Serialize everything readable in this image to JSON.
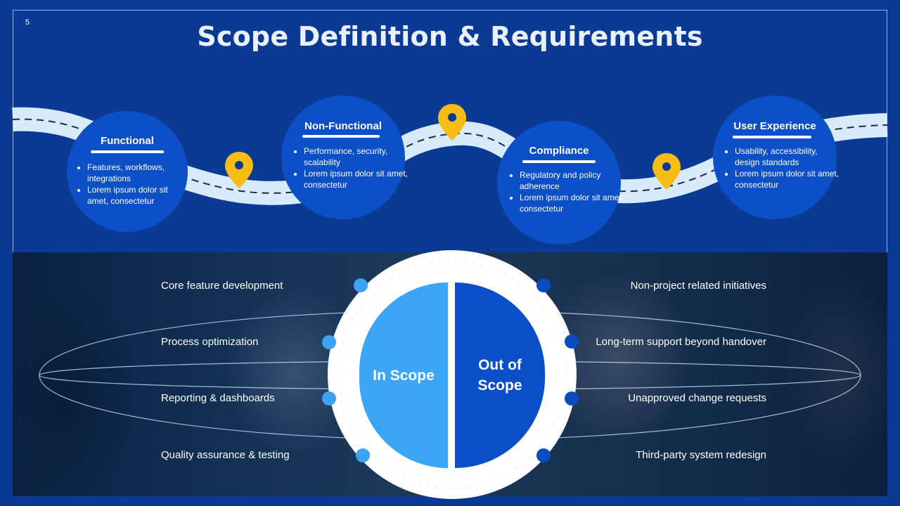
{
  "slide": {
    "number": "5",
    "title": "Scope Definition & Requirements"
  },
  "requirements": [
    {
      "title": "Functional",
      "bullets": [
        "Features, workflows, integrations",
        "Lorem ipsum dolor sit amet, consectetur"
      ]
    },
    {
      "title": "Non-Functional",
      "bullets": [
        "Performance, security, scalability",
        "Lorem ipsum dolor sit amet, consectetur"
      ]
    },
    {
      "title": "Compliance",
      "bullets": [
        "Regulatory and policy adherence",
        "Lorem ipsum dolor sit amet, consectetur"
      ]
    },
    {
      "title": "User Experience",
      "bullets": [
        "Usability, accessibility, design standards",
        "Lorem ipsum dolor sit amet, consectetur"
      ]
    }
  ],
  "scope": {
    "in_label": "In Scope",
    "out_label": "Out of Scope",
    "in_items": [
      "Core feature development",
      "Process optimization",
      "Reporting & dashboards",
      "Quality assurance & testing"
    ],
    "out_items": [
      "Non-project related initiatives",
      "Long-term support beyond handover",
      "Unapproved change requests",
      "Third-party system redesign"
    ]
  },
  "colors": {
    "background": "#0a3a93",
    "circle": "#0c4fc6",
    "road": "#d7ebfb",
    "pin": "#f7bd16",
    "in_scope": "#3aa6f4",
    "out_scope": "#0b4fc8"
  }
}
